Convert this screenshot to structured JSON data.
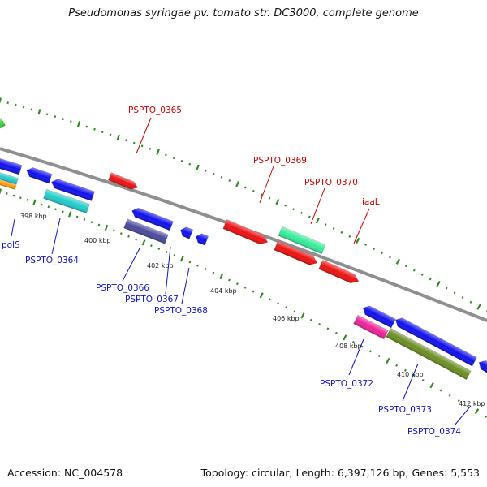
{
  "title": "Pseudomonas syringae pv. tomato str. DC3000, complete genome",
  "footer": {
    "accession": "Accession: NC_004578",
    "summary": "Topology: circular; Length: 6,397,126 bp; Genes: 5,553"
  },
  "colors": {
    "backbone": "#8f8f8f",
    "tick": "#2e8b1f",
    "label_blue": "#1010c8",
    "label_red": "#cc0000",
    "feature_red": "#ee1111",
    "feature_blue": "#1010ee",
    "feature_cyan": "#22cccc",
    "feature_seagreen": "#33ee99",
    "feature_slate": "#4a4a9c",
    "feature_magenta": "#ee2299",
    "feature_olive": "#6b8e23",
    "feature_orange": "#ff9900",
    "feature_green": "#33dd33"
  },
  "scale_labels": [
    "398 kbp",
    "400 kbp",
    "402 kbp",
    "404 kbp",
    "406 kbp",
    "408 kbp",
    "410 kbp",
    "412 kbp"
  ],
  "gene_labels": {
    "top": [
      "PSPTO_0365",
      "PSPTO_0369",
      "PSPTO_0370",
      "iaaL"
    ],
    "bottom": [
      "polS",
      "PSPTO_0364",
      "PSPTO_0366",
      "PSPTO_0367",
      "PSPTO_0368",
      "PSPTO_0372",
      "PSPTO_0373",
      "PSPTO_0374"
    ]
  }
}
